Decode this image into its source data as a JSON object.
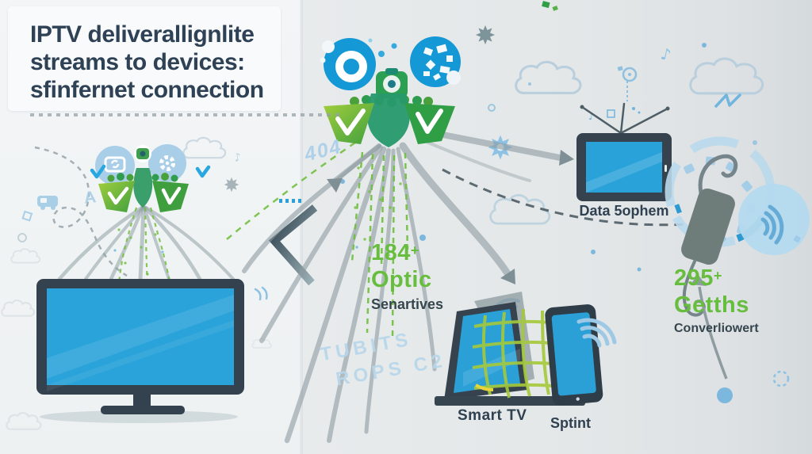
{
  "title": {
    "line1": "IPTV deliverallignlite",
    "line2": "streams to devices:",
    "line3": "sfinfernet connection"
  },
  "stats": [
    {
      "value": "184",
      "plus": "+",
      "label": "Optic",
      "sublabel": "Senartives"
    },
    {
      "value": "295",
      "plus": "+",
      "label": "Getths",
      "sublabel": "Converliowert"
    }
  ],
  "devices": {
    "tablet_label": "Data 5ophem",
    "smart_tv_label": "Smart TV",
    "phone_label": "Sptint"
  },
  "watermark": {
    "line1": "TUBITS",
    "line2": "ROPS C2"
  },
  "doodles": {
    "code_text": "404",
    "letter_a": "A",
    "notes": "♪"
  },
  "icons": [
    "satellite-hub-icon",
    "small-hub-icon",
    "tv-icon",
    "tablet-antenna-icon",
    "smart-tv-icon",
    "smartphone-icon",
    "wifi-icon",
    "plug-adapter-icon",
    "cloud-icon",
    "gear-icon",
    "music-note-icon",
    "checkmark-flag-icon",
    "camera-lens-icon",
    "chevron-icon"
  ],
  "colors": {
    "accent_green": "#67bd3e",
    "accent_blue": "#1598d6",
    "screen_blue": "#29a2d9",
    "bezel_dark": "#36434e",
    "text_dark": "#2f4150",
    "light_blue_doodle": "#a9cfe7",
    "stream_gray": "#8e9ba1",
    "bg_left": "#f2f4f5",
    "bg_right": "#e4e7e8"
  }
}
